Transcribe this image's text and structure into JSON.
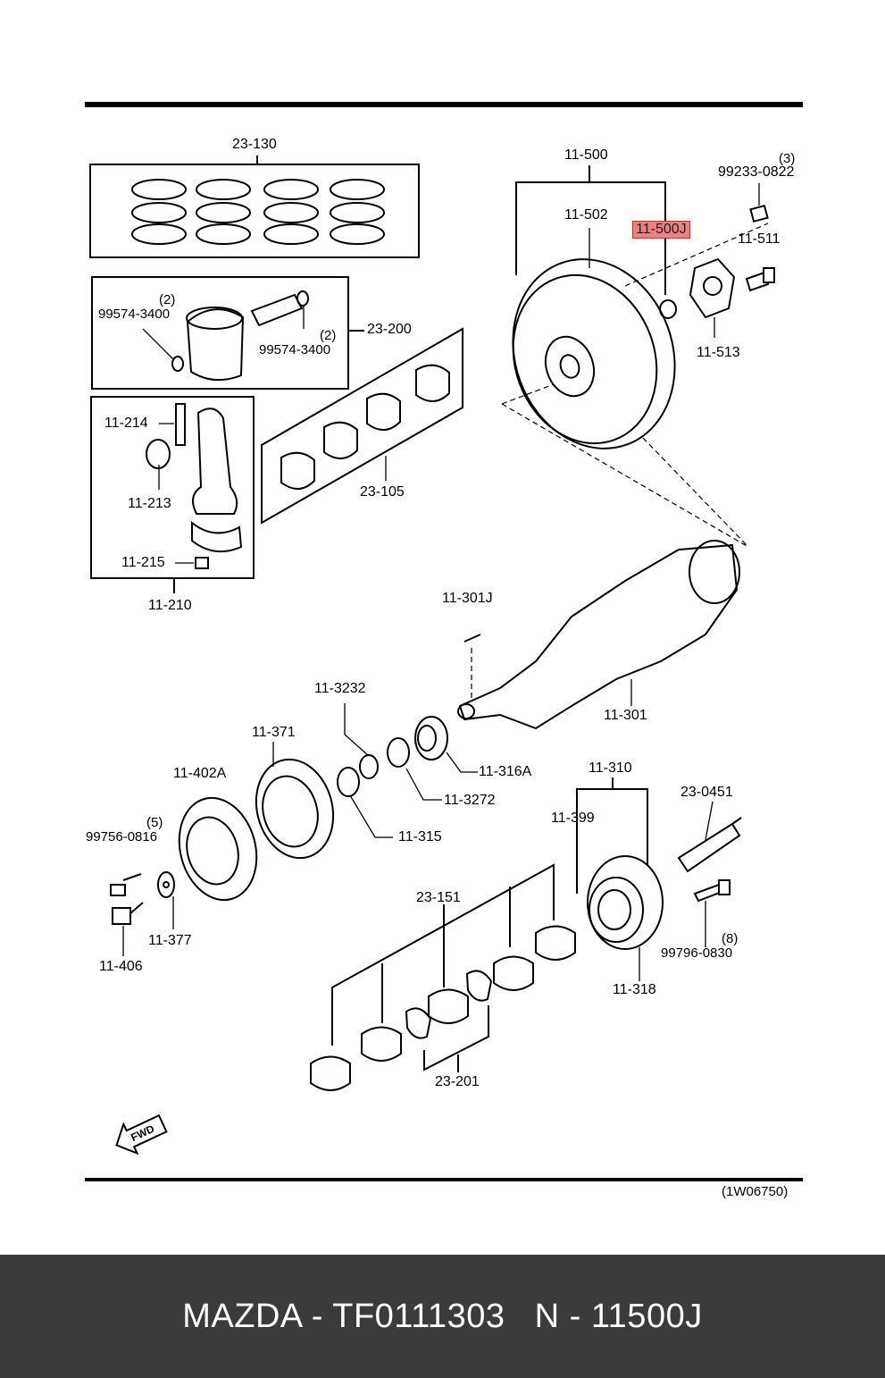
{
  "labels": {
    "l23130": "23-130",
    "l99574a": "99574-3400",
    "l99574a_qty": "(2)",
    "l99574b": "99574-3400",
    "l99574b_qty": "(2)",
    "l23200": "23-200",
    "l11214": "11-214",
    "l11213": "11-213",
    "l11215": "11-215",
    "l11210": "11-210",
    "l23105": "23-105",
    "l11500": "11-500",
    "l11502": "11-502",
    "l11500J": "11-500J",
    "l99233": "99233-0822",
    "l99233_qty": "(3)",
    "l11511": "11-511",
    "l11513": "11-513",
    "l11301J": "11-301J",
    "l11301": "11-301",
    "l113232": "11-3232",
    "l11371": "11-371",
    "l11316A": "11-316A",
    "l113272": "11-3272",
    "l11402A": "11-402A",
    "l99756": "99756-0816",
    "l99756_qty": "(5)",
    "l11315": "11-315",
    "l11310": "11-310",
    "l230451": "23-0451",
    "l11399": "11-399",
    "l11377": "11-377",
    "l11406": "11-406",
    "l23151": "23-151",
    "l99796": "99796-0830",
    "l99796_qty": "(8)",
    "l11318": "11-318",
    "l23201": "23-201",
    "fwd": "FWD",
    "drawing_code": "(1W06750)"
  },
  "highlight_color": "#f08080",
  "footer": {
    "text": "MAZDA - TF0111303   N - 11500J",
    "background": "#3b3b3b"
  }
}
